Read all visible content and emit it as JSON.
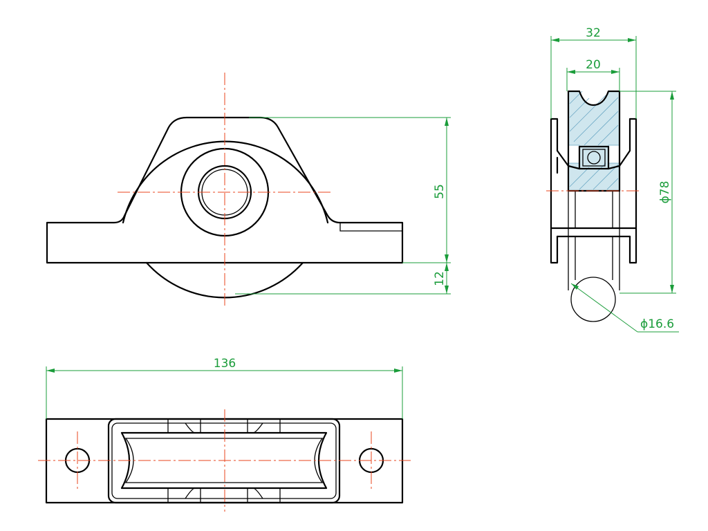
{
  "drawing": {
    "dimensions": {
      "front_height_55": "55",
      "front_height_12": "12",
      "side_width_32": "32",
      "side_width_20": "20",
      "side_diameter_78": "ϕ78",
      "side_diameter_16_6": "ϕ16.6",
      "top_length_136": "136"
    },
    "colors": {
      "object_line": "#000000",
      "center_line": "#e8451e",
      "dimension_line": "#1a9c3a",
      "section_hatch": "#6aa7c4"
    }
  }
}
